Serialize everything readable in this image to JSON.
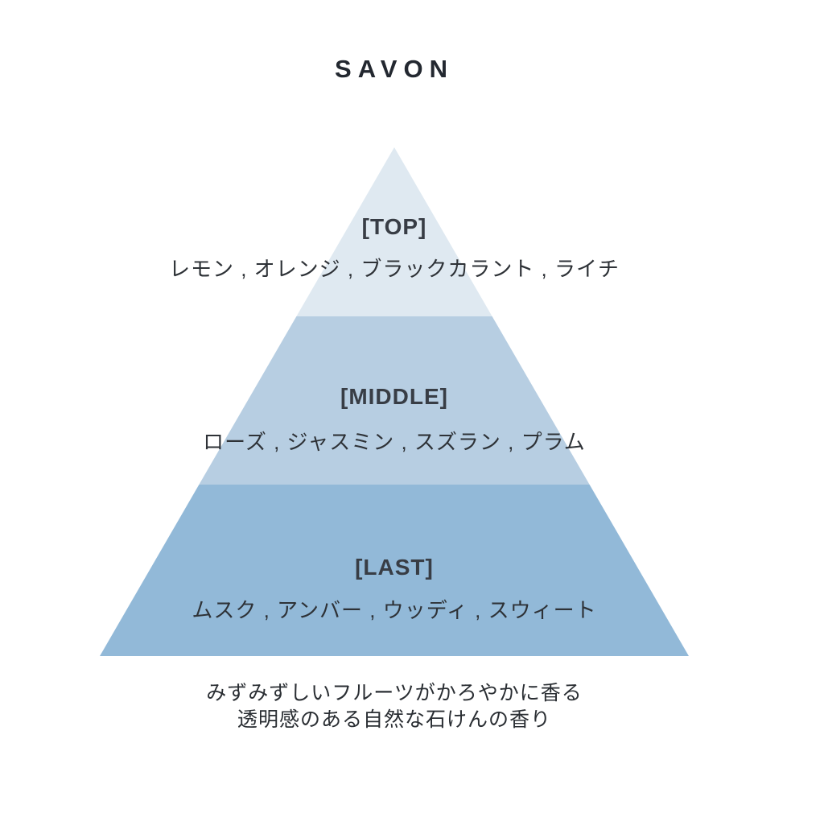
{
  "title": "SAVON",
  "pyramid": {
    "levels": [
      {
        "name": "top",
        "label": "[TOP]",
        "notes": "レモン , オレンジ , ブラックカラント , ライチ",
        "color": "#dfe9f1"
      },
      {
        "name": "middle",
        "label": "[MIDDLE]",
        "notes": "ローズ , ジャスミン , スズラン , プラム",
        "color": "#b7cee2"
      },
      {
        "name": "last",
        "label": "[LAST]",
        "notes": "ムスク , アンバー , ウッディ , スウィート",
        "color": "#92b9d8"
      }
    ]
  },
  "description": {
    "line1": "みずみずしいフルーツがかろやかに香る",
    "line2": "透明感のある自然な石けんの香り"
  },
  "colors": {
    "background": "#ffffff",
    "title_text": "#232830",
    "label_text": "#383d45",
    "notes_text": "#2e3237",
    "description_text": "#2a2e33"
  }
}
